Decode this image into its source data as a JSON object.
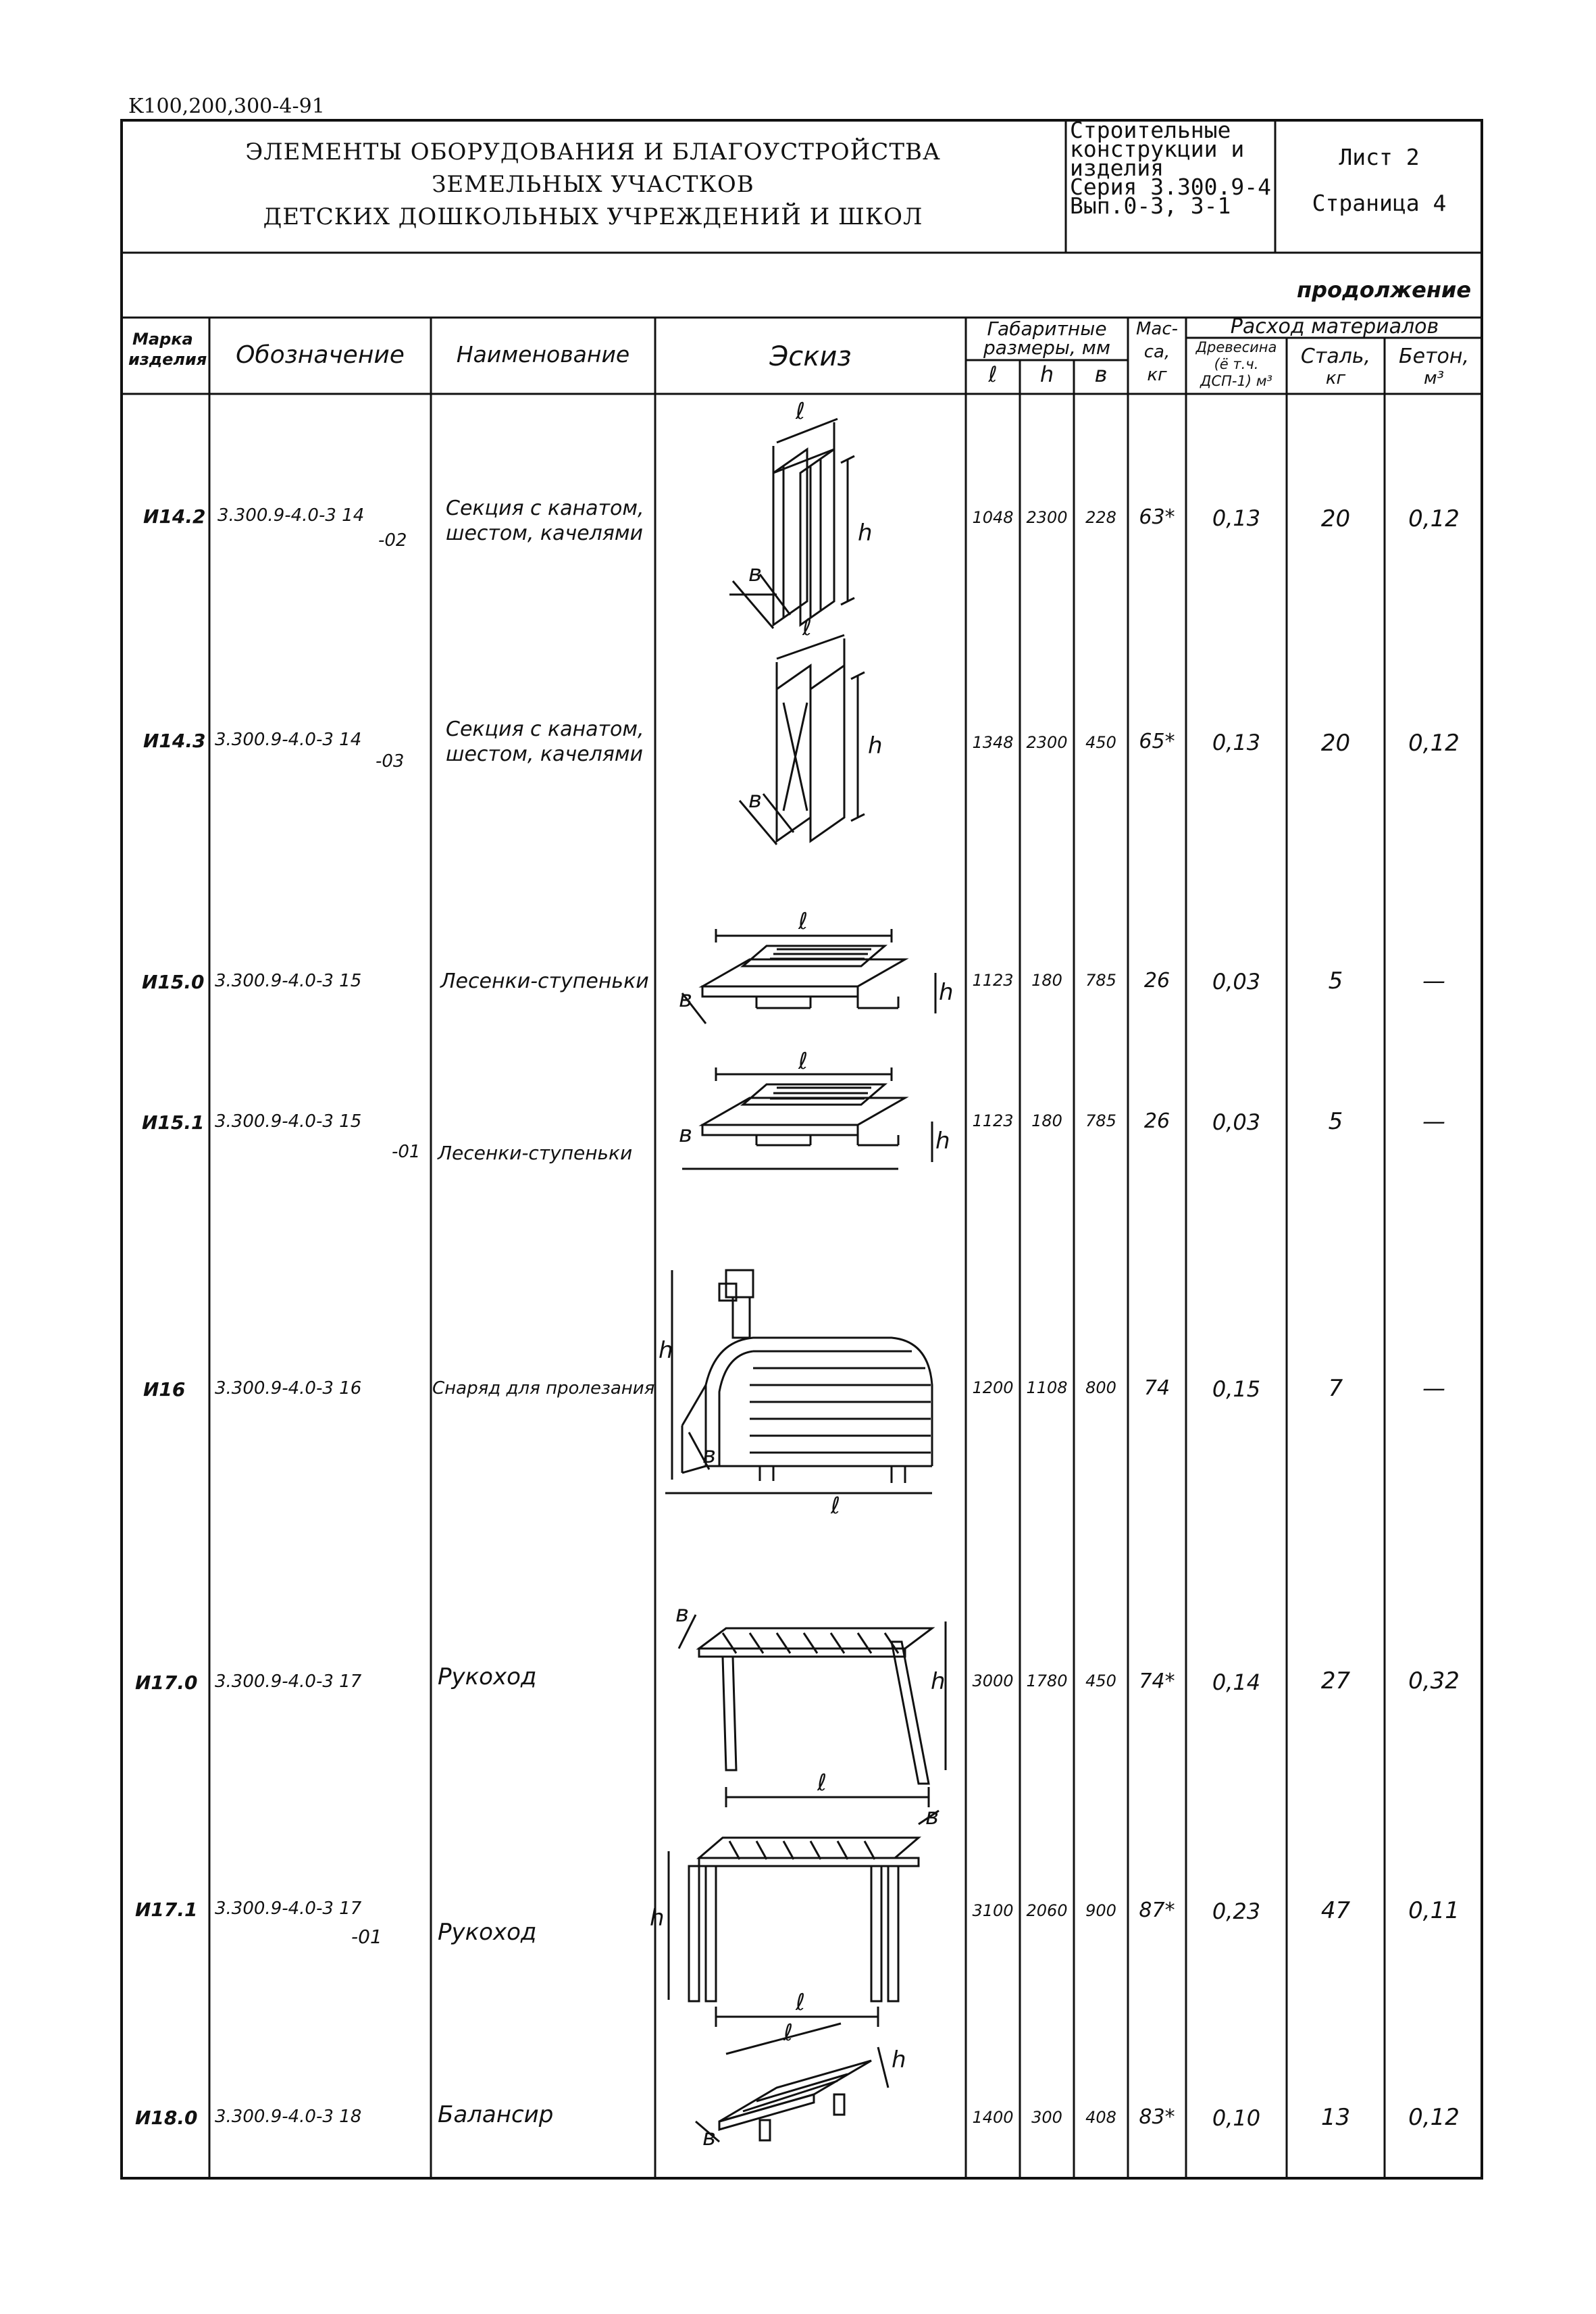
{
  "doc_code": "K100,200,300-4-91",
  "title_block": {
    "title_lines": [
      "ЭЛЕМЕНТЫ ОБОРУДОВАНИЯ И БЛАГОУСТРОЙСТВА",
      "ЗЕМЕЛЬНЫХ УЧАСТКОВ",
      "ДЕТСКИХ ДОШКОЛЬНЫХ УЧРЕЖДЕНИЙ И ШКОЛ"
    ],
    "series_lines": [
      "Строительные",
      "конструкции и",
      "изделия",
      "Серия 3.300.9-4",
      "Вып.0-3, 3-1"
    ],
    "sheet": "Лист 2",
    "page": "Страница 4"
  },
  "continuation": "продолжение",
  "table": {
    "headers": {
      "mark": [
        "Марка",
        "изделия"
      ],
      "designation": "Обозначение",
      "name": "Наименование",
      "sketch": "Эскиз",
      "dims_group": [
        "Габаритные",
        "размеры, мм"
      ],
      "dim_l": "ℓ",
      "dim_h": "h",
      "dim_b": "в",
      "mass": [
        "Мас-",
        "са,",
        "кг"
      ],
      "materials_group": "Расход материалов",
      "timber": [
        "Древесина",
        "(ё т.ч.",
        "ДСП-1) м³"
      ],
      "steel": [
        "Сталь,",
        "кг"
      ],
      "concrete": [
        "Бетон,",
        "м³"
      ]
    },
    "rows": [
      {
        "mark": "И14.2",
        "designation": "3.300.9-4.0-3 14",
        "designation_suffix": "-02",
        "name_lines": [
          "Секция с канатом,",
          "шестом, качелями"
        ],
        "l": "1048",
        "h": "2300",
        "b": "228",
        "mass": "63*",
        "timber": "0,13",
        "steel": "20",
        "concrete": "0,12"
      },
      {
        "mark": "И14.3",
        "designation": "3.300.9-4.0-3 14",
        "designation_suffix": "-03",
        "name_lines": [
          "Секция с канатом,",
          "шестом, качелями"
        ],
        "l": "1348",
        "h": "2300",
        "b": "450",
        "mass": "65*",
        "timber": "0,13",
        "steel": "20",
        "concrete": "0,12"
      },
      {
        "mark": "И15.0",
        "designation": "3.300.9-4.0-3 15",
        "designation_suffix": "",
        "name_lines": [
          "Лесенки-ступеньки"
        ],
        "l": "1123",
        "h": "180",
        "b": "785",
        "mass": "26",
        "timber": "0,03",
        "steel": "5",
        "concrete": "—"
      },
      {
        "mark": "И15.1",
        "designation": "3.300.9-4.0-3 15",
        "designation_suffix": "-01",
        "name_lines": [
          "Лесенки-ступеньки"
        ],
        "l": "1123",
        "h": "180",
        "b": "785",
        "mass": "26",
        "timber": "0,03",
        "steel": "5",
        "concrete": "—"
      },
      {
        "mark": "И16",
        "designation": "3.300.9-4.0-3 16",
        "designation_suffix": "",
        "name_lines": [
          "Снаряд для пролезания"
        ],
        "l": "1200",
        "h": "1108",
        "b": "800",
        "mass": "74",
        "timber": "0,15",
        "steel": "7",
        "concrete": "—"
      },
      {
        "mark": "И17.0",
        "designation": "3.300.9-4.0-3 17",
        "designation_suffix": "",
        "name_lines": [
          "Рукоход"
        ],
        "l": "3000",
        "h": "1780",
        "b": "450",
        "mass": "74*",
        "timber": "0,14",
        "steel": "27",
        "concrete": "0,32"
      },
      {
        "mark": "И17.1",
        "designation": "3.300.9-4.0-3 17",
        "designation_suffix": "-01",
        "name_lines": [
          "Рукоход"
        ],
        "l": "3100",
        "h": "2060",
        "b": "900",
        "mass": "87*",
        "timber": "0,23",
        "steel": "47",
        "concrete": "0,11"
      },
      {
        "mark": "И18.0",
        "designation": "3.300.9-4.0-3 18",
        "designation_suffix": "",
        "name_lines": [
          "Балансир"
        ],
        "l": "1400",
        "h": "300",
        "b": "408",
        "mass": "83*",
        "timber": "0,10",
        "steel": "13",
        "concrete": "0,12"
      }
    ]
  },
  "sketch_labels": {
    "l": "ℓ",
    "h": "h",
    "b": "в"
  },
  "colors": {
    "ink": "#111111",
    "paper": "#ffffff"
  }
}
